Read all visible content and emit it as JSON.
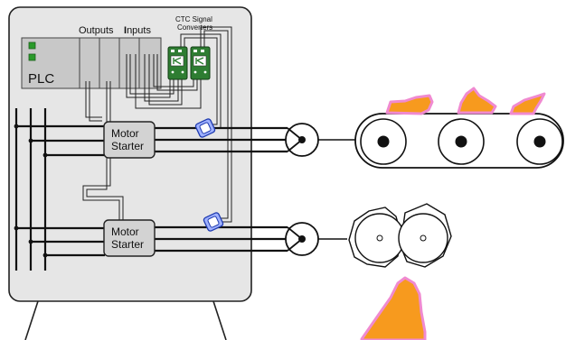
{
  "labels": {
    "plc": "PLC",
    "outputs_prefix": "Outputs",
    "inputs_initial": "I",
    "inputs_rest": "nputs",
    "converters_line1": "CTC Signal",
    "converters_line2": "Converters",
    "starter_line1": "Motor",
    "starter_line2": "Starter"
  },
  "colors": {
    "panel": "#e6e6e6",
    "module": "#c8c8c8",
    "led": "#2a9a2a",
    "converter": "#2e7d32",
    "sensor": "#3b5bd9",
    "product_fill": "#f79a1e",
    "product_edge": "#f08ad0",
    "starter": "#d3d3d3"
  }
}
